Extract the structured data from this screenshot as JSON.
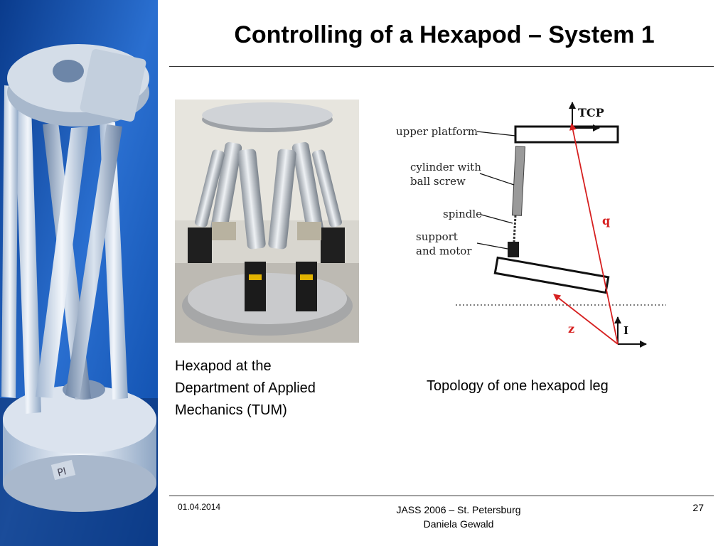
{
  "slide": {
    "title": "Controlling of a Hexapod – System 1",
    "caption_left_lines": [
      "Hexapod at the",
      "Department of Applied",
      "Mechanics (TUM)"
    ],
    "caption_right": "Topology of one hexapod leg"
  },
  "diagram": {
    "labels": {
      "tcp": "TCP",
      "upper_platform": "upper platform",
      "cylinder_line1": "cylinder with",
      "cylinder_line2": "ball screw",
      "spindle": "spindle",
      "support_line1": "support",
      "support_line2": "and motor",
      "q": "q",
      "z": "z",
      "i": "I"
    },
    "vector_color": "#d62020"
  },
  "sidebar_image": {
    "logo_text": "PI"
  },
  "footer": {
    "date": "01.04.2014",
    "event": "JASS 2006 – St. Petersburg",
    "author": "Daniela Gewald",
    "page_number": "27"
  }
}
